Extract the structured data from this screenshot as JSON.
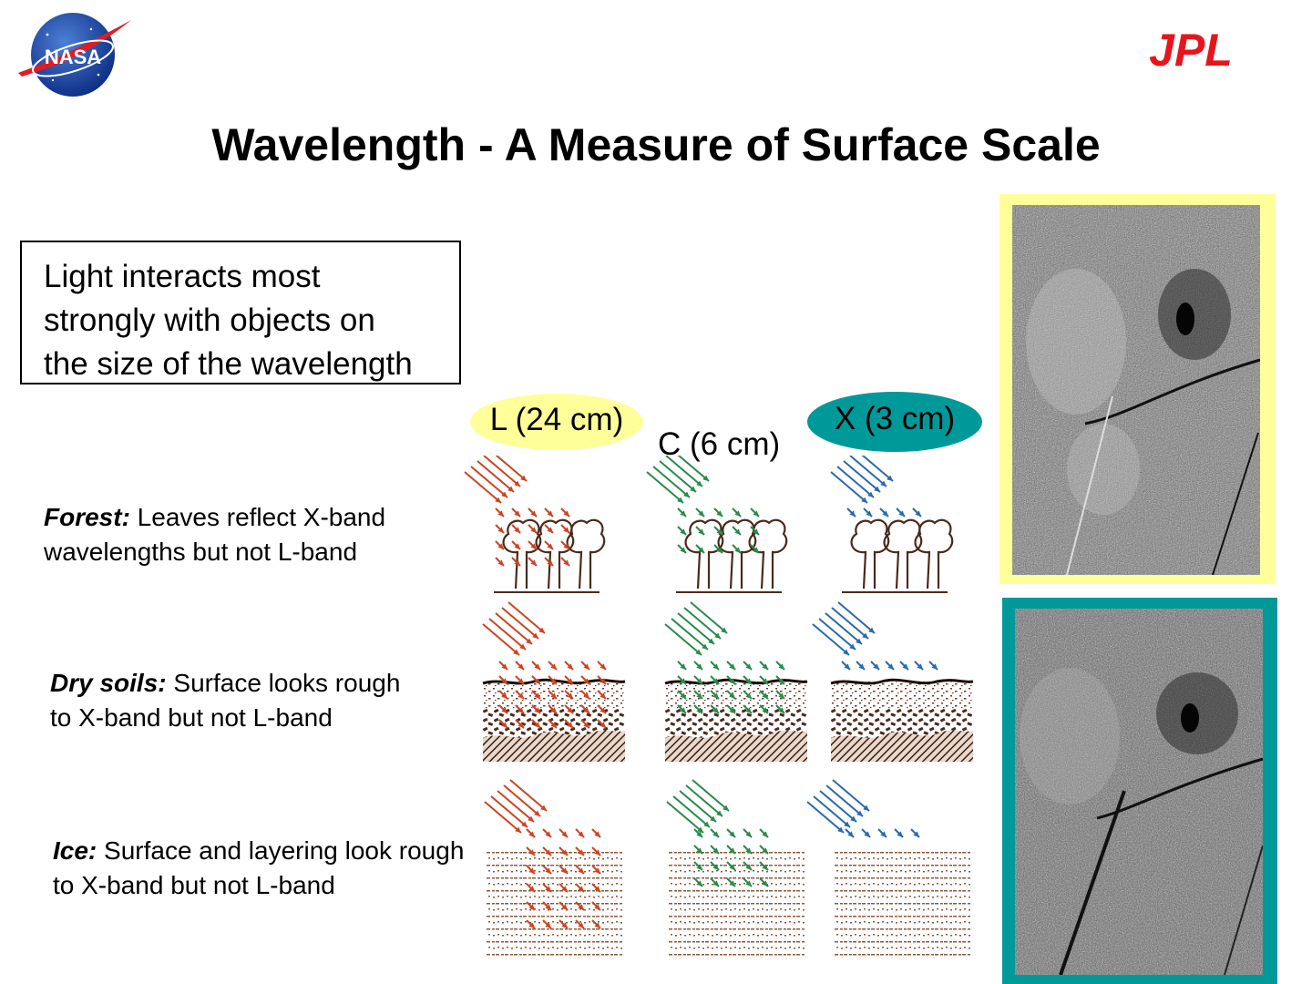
{
  "header": {
    "title": "Wavelength - A Measure of Surface Scale",
    "nasa_logo_text": "NASA",
    "jpl_logo_text": "JPL"
  },
  "callout": {
    "lines": [
      "Light interacts most",
      "strongly with objects on",
      "the size of the wavelength"
    ]
  },
  "bands": {
    "l": "L (24 cm)",
    "c": "C (6 cm)",
    "x": "X (3 cm)"
  },
  "rows": [
    {
      "label": "Forest:",
      "text": " Leaves reflect X-band wavelengths but not L-band"
    },
    {
      "label": "Dry soils:",
      "text": " Surface looks rough to X-band but not L-band"
    },
    {
      "label": "Ice:",
      "text": " Surface and layering look rough to X-band but not L-band"
    }
  ],
  "colors": {
    "l_band": "#cc4422",
    "c_band": "#2a8a4a",
    "x_band": "#2a6aaa",
    "l_highlight": "#ffff99",
    "x_highlight": "#009999",
    "jpl_red": "#e8141c"
  },
  "images": {
    "sar_l": "L-band SAR image of landscape with residential area",
    "sar_x": "X-band SAR image of landscape with residential area"
  }
}
